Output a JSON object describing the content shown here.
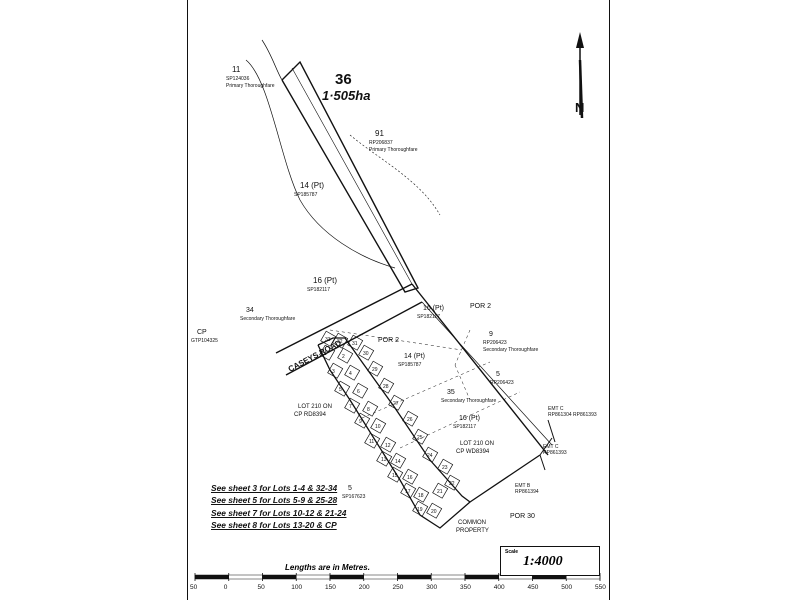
{
  "sheet": {
    "lot_number": "36",
    "lot_area": "1·505ha",
    "north_label": "N",
    "lot_codes": [
      {
        "id": "11",
        "plan": "SP124036",
        "note": "Primary Thoroughfare"
      },
      {
        "id": "91",
        "plan": "RP206837",
        "note": "Primary Thoroughfare"
      },
      {
        "id": "14 (Pt)",
        "plan": "SP185787",
        "note": ""
      },
      {
        "id": "16 (Pt)",
        "plan": "SP182117",
        "note": ""
      },
      {
        "id": "34",
        "plan": "Secondary Thoroughfare",
        "note": ""
      },
      {
        "id": "CP",
        "plan": "GTP104325",
        "note": ""
      },
      {
        "id": "16 (Pt)",
        "plan": "SP182117",
        "note": ""
      },
      {
        "id": "POR 2",
        "plan": "",
        "note": ""
      },
      {
        "id": "9",
        "plan": "RP206423",
        "note": "Secondary Thoroughfare"
      },
      {
        "id": "POR 2",
        "plan": "",
        "note": ""
      },
      {
        "id": "14 (Pt)",
        "plan": "SP185787",
        "note": ""
      },
      {
        "id": "5",
        "plan": "RP206423",
        "note": ""
      },
      {
        "id": "35",
        "plan": "Secondary Thoroughfare",
        "note": ""
      },
      {
        "id": "16 (Pt)",
        "plan": "SP182117",
        "note": ""
      },
      {
        "id": "5",
        "plan": "SP167623",
        "note": ""
      },
      {
        "id": "POR 30",
        "plan": "",
        "note": ""
      }
    ],
    "road_name": "CASEYS ROAD",
    "lot_on_left": "LOT 210 ON CP RD8394",
    "lot_on_right": "LOT 210 ON CP WD8394",
    "easements": [
      "EMT C RP861304 RP861393",
      "EMT C RP861393",
      "EMT B RP861394"
    ],
    "common_property": "COMMON PROPERTY",
    "lot_nums": [
      "1",
      "2",
      "3",
      "4",
      "5",
      "6",
      "7",
      "8",
      "9",
      "10",
      "11",
      "12",
      "13",
      "14",
      "15",
      "16",
      "17",
      "18",
      "19",
      "20",
      "21",
      "22",
      "23",
      "24",
      "25",
      "26",
      "27",
      "28",
      "29",
      "30",
      "31",
      "32",
      "33"
    ]
  },
  "notes": [
    "See sheet 3 for Lots 1-4 & 32-34",
    "See sheet 5 for Lots 5-9 & 25-28",
    "See sheet 7 for Lots 10-12 & 21-24",
    "See sheet 8 for Lots 13-20 & CP"
  ],
  "scale": {
    "caption": "Scale",
    "value": "1:4000"
  },
  "lengths": {
    "caption": "Lengths are in Metres.",
    "ticks": [
      "50",
      "0",
      "50",
      "100",
      "150",
      "200",
      "250",
      "300",
      "350",
      "400",
      "450",
      "500",
      "550"
    ]
  }
}
